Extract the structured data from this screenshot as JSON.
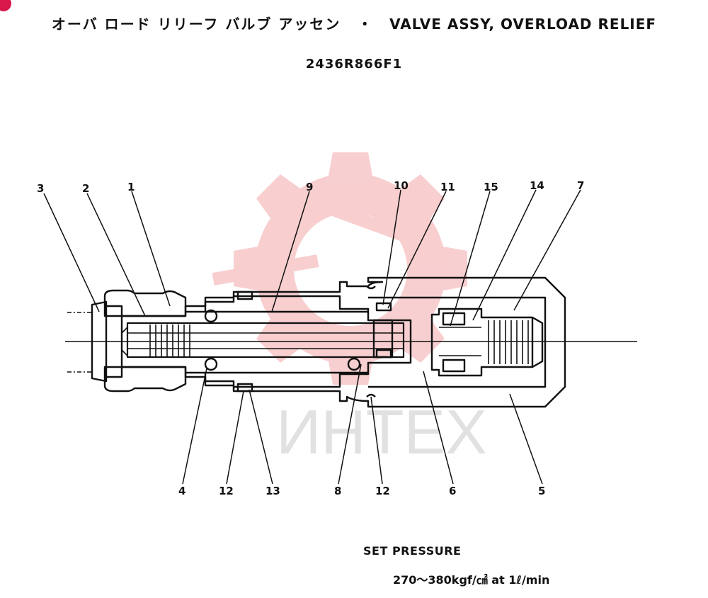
{
  "header": {
    "title_jp": "オーバ ロード リリーフ バルブ アッセン",
    "separator": "・",
    "title_en": "VALVE ASSY, OVERLOAD RELIEF",
    "part_number": "2436R866F1"
  },
  "watermark": {
    "text": "ИНТЕХ",
    "color": "#e0262b"
  },
  "callouts": {
    "top": [
      "3",
      "2",
      "1",
      "9",
      "10",
      "11",
      "15",
      "14",
      "7"
    ],
    "bottom": [
      "4",
      "12",
      "13",
      "8",
      "12",
      "6",
      "5"
    ]
  },
  "spec": {
    "label": "SET PRESSURE",
    "value": "270～380kgf/㎠ at 1ℓ/min"
  }
}
